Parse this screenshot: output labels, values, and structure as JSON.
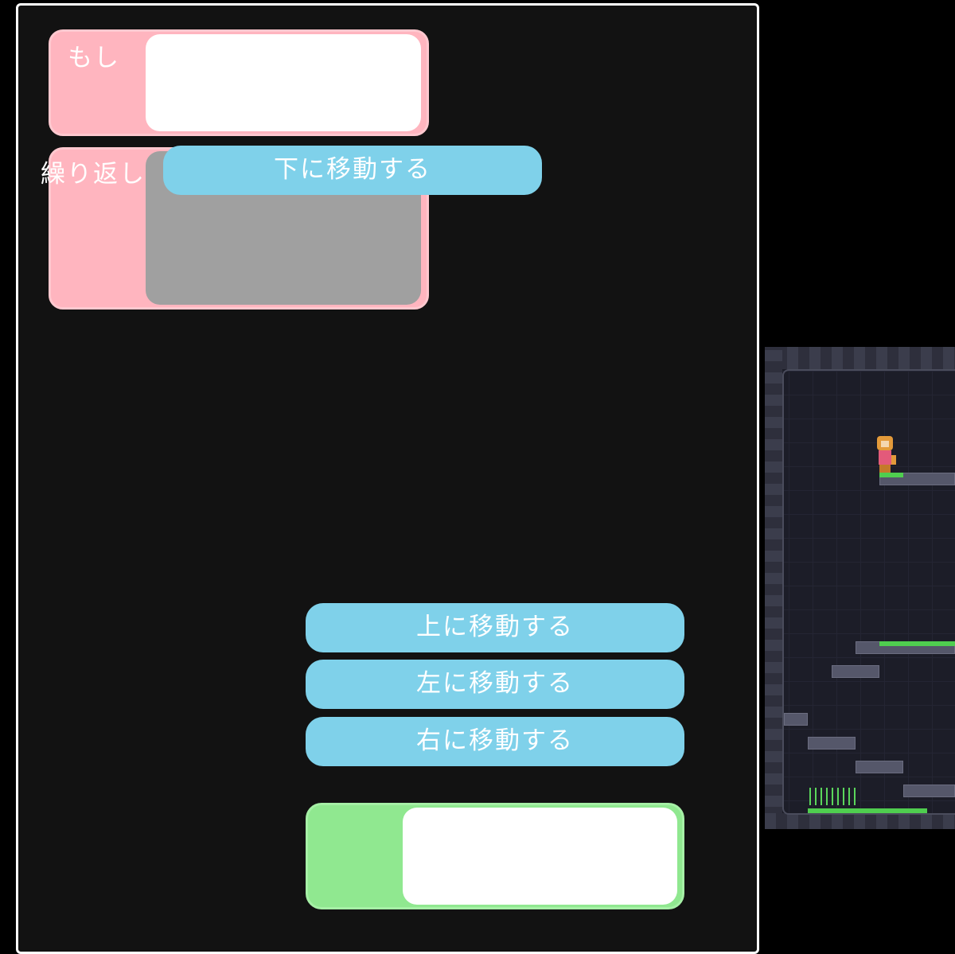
{
  "blocks": {
    "if_label": "もし",
    "repeat_label": "繰り返し"
  },
  "commands": {
    "move_down": "下に移動する",
    "move_up": "上に移動する",
    "move_left": "左に移動する",
    "move_right": "右に移動する"
  },
  "colors": {
    "if_block": "#ffb5bf",
    "repeat_block": "#ffb5bf",
    "command": "#7fd1ea",
    "green_block": "#90e890",
    "editor_bg": "#121212"
  },
  "icons": {
    "player": "cat-character-icon"
  }
}
